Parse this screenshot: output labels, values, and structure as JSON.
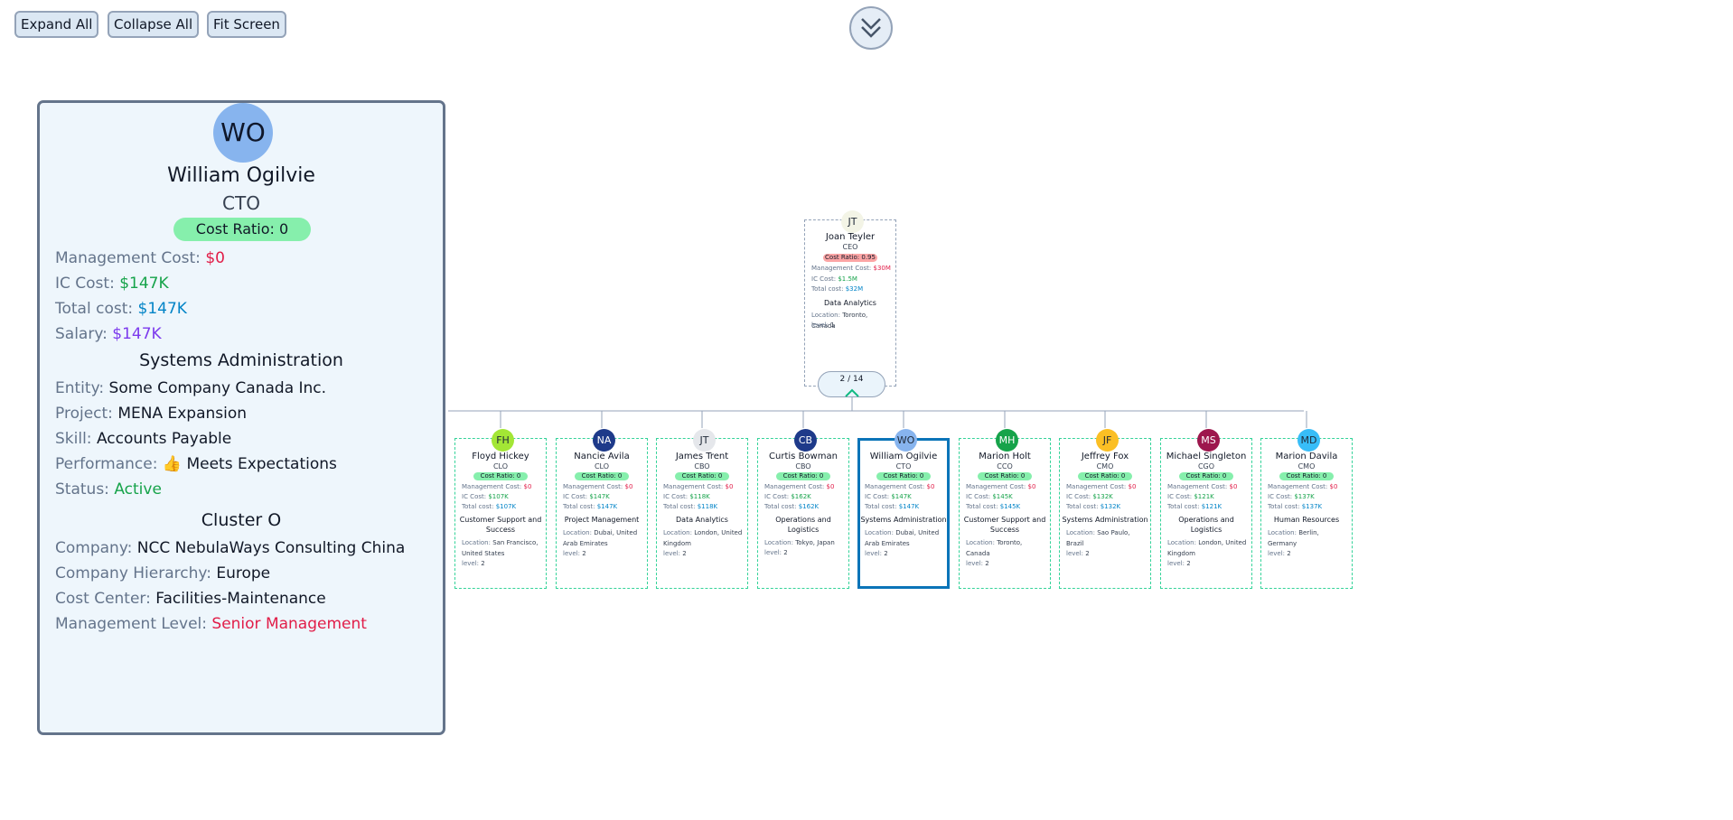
{
  "toolbar": {
    "expand_all": "Expand All",
    "collapse_all": "Collapse All",
    "fit_screen": "Fit Screen"
  },
  "colors": {
    "panel_bg": "#eef6fc",
    "cost_ratio_ok": "#86efac",
    "cost_ratio_high": "#fca5a5",
    "selected_border": "#0b74b8",
    "child_border": "#34d399"
  },
  "detail_panel": {
    "initials": "WO",
    "name": "William Ogilvie",
    "title": "CTO",
    "cost_ratio": "Cost Ratio: 0",
    "management_cost_label": "Management Cost:",
    "management_cost": "$0",
    "ic_cost_label": "IC Cost:",
    "ic_cost": "$147K",
    "total_cost_label": "Total cost:",
    "total_cost": "$147K",
    "salary_label": "Salary:",
    "salary": "$147K",
    "department": "Systems Administration",
    "entity_label": "Entity:",
    "entity": "Some Company Canada Inc.",
    "project_label": "Project:",
    "project": "MENA Expansion",
    "skill_label": "Skill:",
    "skill": "Accounts Payable",
    "performance_label": "Performance:",
    "performance": "👍 Meets Expectations",
    "status_label": "Status:",
    "status": "Active",
    "cluster": "Cluster O",
    "company_label": "Company:",
    "company": "NCC NebulaWays Consulting China",
    "company_hierarchy_label": "Company Hierarchy:",
    "company_hierarchy": "Europe",
    "cost_center_label": "Cost Center:",
    "cost_center": "Facilities-Maintenance",
    "management_level_label": "Management Level:",
    "management_level": "Senior Management"
  },
  "labels": {
    "management_cost": "Management Cost:",
    "ic_cost": "IC Cost:",
    "total_cost": "Total cost:",
    "location": "Location:",
    "level": "level:"
  },
  "root": {
    "initials": "JT",
    "name": "Joan Teyler",
    "title": "CEO",
    "cost_ratio": "Cost Ratio: 0.95",
    "management_cost": "$30M",
    "ic_cost": "$1.5M",
    "total_cost": "$32M",
    "department": "Data Analytics",
    "location": "Toronto, Canada",
    "level": "1",
    "children_count": "2 / 14"
  },
  "children": [
    {
      "initials": "FH",
      "avatar_color": "#a3e635",
      "name": "Floyd Hickey",
      "title": "CLO",
      "cost_ratio": "Cost Ratio: 0",
      "management_cost": "$0",
      "ic_cost": "$107K",
      "total_cost": "$107K",
      "department": "Customer Support and Success",
      "location": "San Francisco, United States",
      "level": "2"
    },
    {
      "initials": "NA",
      "avatar_color": "#1e3a8a",
      "name": "Nancie Avila",
      "title": "CLO",
      "cost_ratio": "Cost Ratio: 0",
      "management_cost": "$0",
      "ic_cost": "$147K",
      "total_cost": "$147K",
      "department": "Project Management",
      "location": "Dubai, United Arab Emirates",
      "level": "2"
    },
    {
      "initials": "JT",
      "avatar_color": "#e5e7eb",
      "name": "James Trent",
      "title": "CBO",
      "cost_ratio": "Cost Ratio: 0",
      "management_cost": "$0",
      "ic_cost": "$118K",
      "total_cost": "$118K",
      "department": "Data Analytics",
      "location": "London, United Kingdom",
      "level": "2"
    },
    {
      "initials": "CB",
      "avatar_color": "#1e3a8a",
      "name": "Curtis Bowman",
      "title": "CBO",
      "cost_ratio": "Cost Ratio: 0",
      "management_cost": "$0",
      "ic_cost": "$162K",
      "total_cost": "$162K",
      "department": "Operations and Logistics",
      "location": "Tokyo, Japan",
      "level": "2"
    },
    {
      "initials": "WO",
      "avatar_color": "#87b4ee",
      "name": "William Ogilvie",
      "title": "CTO",
      "cost_ratio": "Cost Ratio: 0",
      "management_cost": "$0",
      "ic_cost": "$147K",
      "total_cost": "$147K",
      "department": "Systems Administration",
      "location": "Dubai, United Arab Emirates",
      "level": "2",
      "selected": true
    },
    {
      "initials": "MH",
      "avatar_color": "#16a34a",
      "name": "Marion Holt",
      "title": "CCO",
      "cost_ratio": "Cost Ratio: 0",
      "management_cost": "$0",
      "ic_cost": "$145K",
      "total_cost": "$145K",
      "department": "Customer Support and Success",
      "location": "Toronto, Canada",
      "level": "2"
    },
    {
      "initials": "JF",
      "avatar_color": "#fbbf24",
      "name": "Jeffrey Fox",
      "title": "CMO",
      "cost_ratio": "Cost Ratio: 0",
      "management_cost": "$0",
      "ic_cost": "$132K",
      "total_cost": "$132K",
      "department": "Systems Administration",
      "location": "Sao Paulo, Brazil",
      "level": "2"
    },
    {
      "initials": "MS",
      "avatar_color": "#9d174d",
      "name": "Michael Singleton",
      "title": "CGO",
      "cost_ratio": "Cost Ratio: 0",
      "management_cost": "$0",
      "ic_cost": "$121K",
      "total_cost": "$121K",
      "department": "Operations and Logistics",
      "location": "London, United Kingdom",
      "level": "2"
    },
    {
      "initials": "MD",
      "avatar_color": "#38bdf8",
      "name": "Marion Davila",
      "title": "CMO",
      "cost_ratio": "Cost Ratio: 0",
      "management_cost": "$0",
      "ic_cost": "$137K",
      "total_cost": "$137K",
      "department": "Human Resources",
      "location": "Berlin, Germany",
      "level": "2"
    }
  ]
}
